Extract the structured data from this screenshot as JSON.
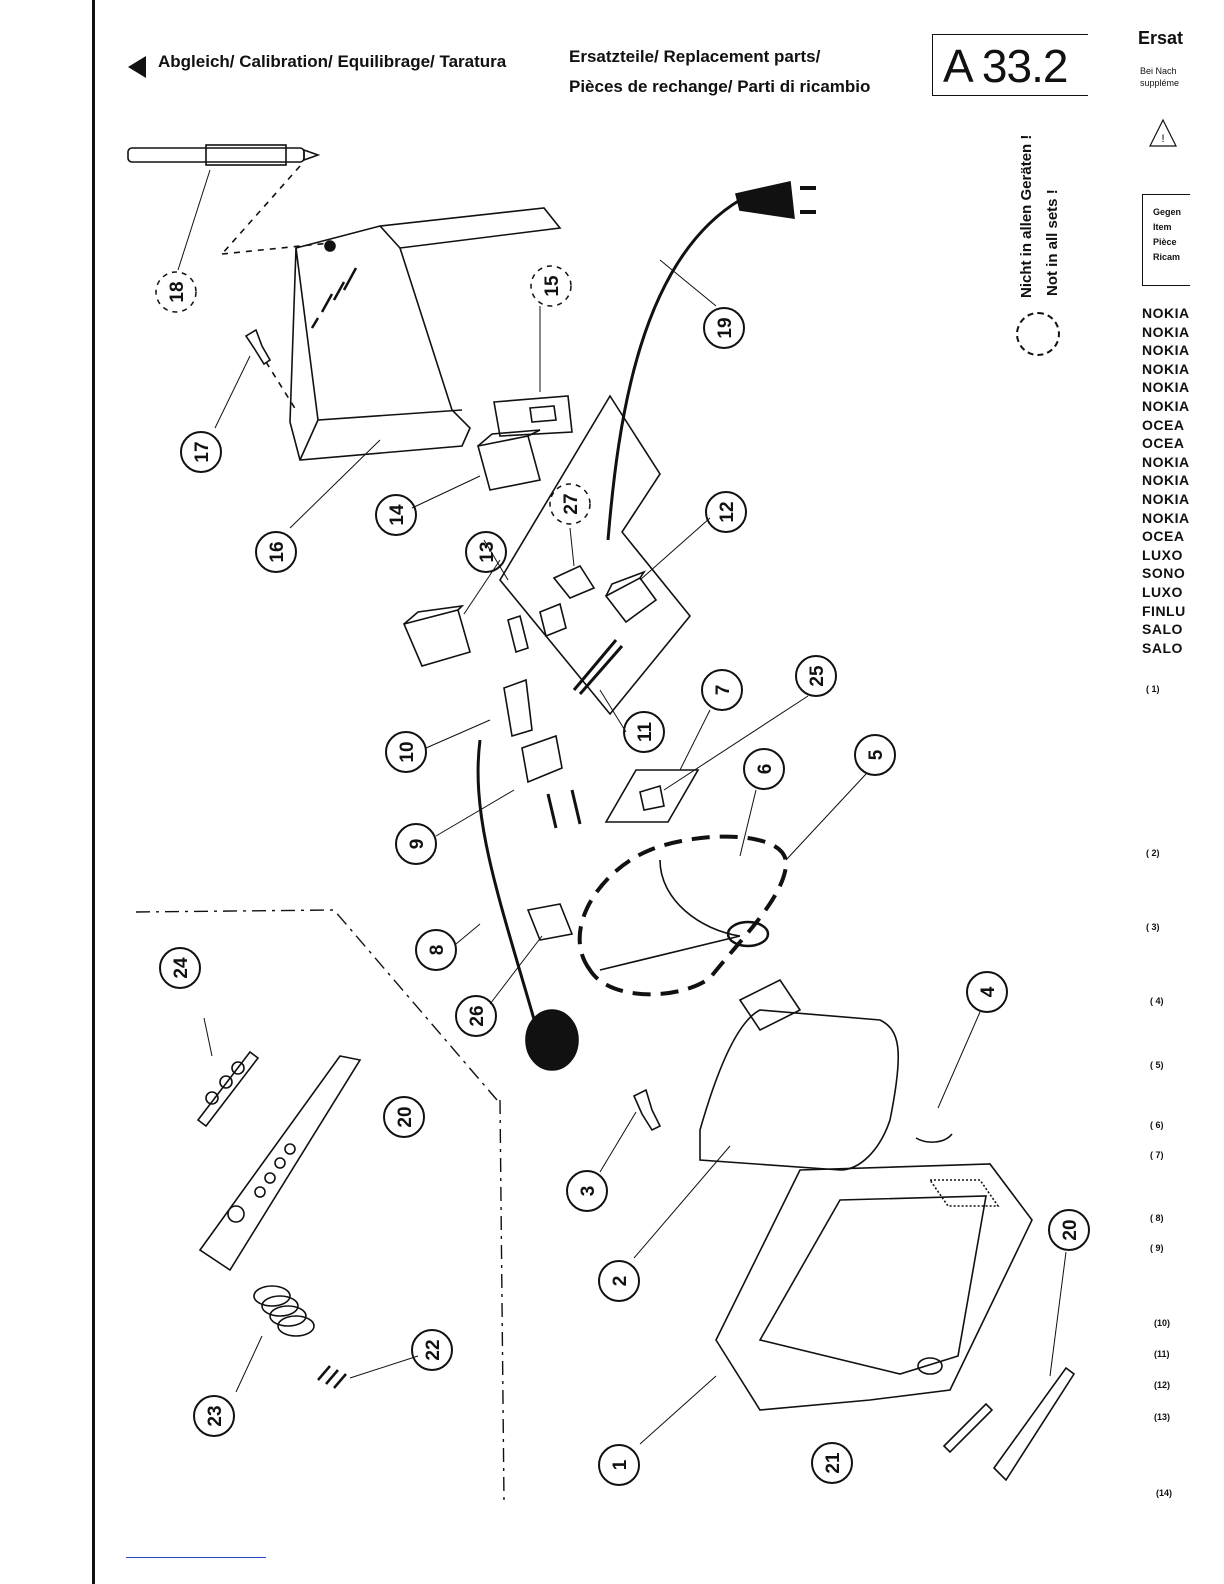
{
  "header": {
    "calibration_link": "Abgleich/ Calibration/ Equilibrage/ Taratura",
    "replacement_line1": "Ersatzteile/ Replacement parts/",
    "replacement_line2": "Pièces de rechange/ Parti di ricambio",
    "page_number": "A 33.2"
  },
  "notice": {
    "line_de": "Nicht in allen Geräten !",
    "line_en": "Not in all sets !"
  },
  "right_panel": {
    "title_fragment": "Ersat",
    "note_line1": "Bei Nach",
    "note_line2": "suppléme",
    "warning_symbol": "!",
    "legend": [
      "Gegen",
      "Item",
      "Pièce",
      "Ricam"
    ],
    "brands": [
      "NOKIA",
      "NOKIA",
      "NOKIA",
      "NOKIA",
      "NOKIA",
      "NOKIA",
      "OCEA",
      "OCEA",
      "NOKIA",
      "NOKIA",
      "NOKIA",
      "NOKIA",
      "OCEA",
      "LUXO",
      "SONO",
      "LUXO",
      "FINLU",
      "SALO",
      "SALO"
    ],
    "notes": [
      "( 1)",
      "( 2)",
      "( 3)",
      "( 4)",
      "( 5)",
      "( 6)",
      "( 7)",
      "( 8)",
      "( 9)",
      "(10)",
      "(11)",
      "(12)",
      "(13)",
      "(14)"
    ]
  },
  "diagram": {
    "callouts": [
      "1",
      "2",
      "3",
      "4",
      "5",
      "6",
      "7",
      "8",
      "9",
      "10",
      "11",
      "12",
      "13",
      "14",
      "15",
      "16",
      "17",
      "18",
      "19",
      "20",
      "20",
      "21",
      "22",
      "23",
      "24",
      "25",
      "26",
      "27"
    ]
  }
}
